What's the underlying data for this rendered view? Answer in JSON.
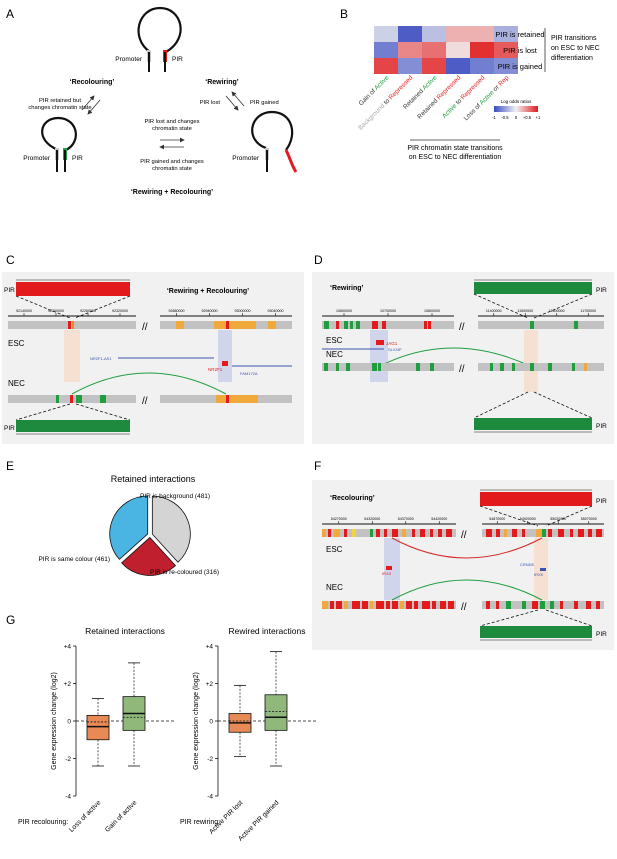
{
  "panels": {
    "A": {
      "letter": "A",
      "promoter": "Promoter",
      "pir": "PIR",
      "recolouring": "‘Recolouring’",
      "rewiring": "‘Rewiring’",
      "retained_note_1": "PIR retained but",
      "retained_note_2": "changes chromatin state",
      "pir_lost": "PIR lost",
      "pir_gained": "PIR gained",
      "lost_changes_1": "PIR lost and changes",
      "lost_changes_2": "chromatin state",
      "gained_changes_1": "PIR gained and changes",
      "gained_changes_2": "chromatin state",
      "combo": "‘Rewiring + Recolouring’",
      "colors": {
        "pir_red": "#e31a1c",
        "pir_green": "#22a04a",
        "promoter_grey": "#c8c8c8"
      }
    },
    "B": {
      "letter": "B",
      "row_labels": [
        "PIR is retained",
        "PIR is lost",
        "PIR is gained"
      ],
      "side_1": "PIR transitions",
      "side_2": "on ESC to NEC",
      "side_3": "differentiation",
      "col_labels": [
        {
          "parts": [
            {
              "t": "Gain of ",
              "c": "#333333"
            },
            {
              "t": "Active",
              "c": "#1e9e3e"
            }
          ]
        },
        {
          "parts": [
            {
              "t": "Background",
              "c": "#aaaaaa"
            },
            {
              "t": " to ",
              "c": "#333333"
            },
            {
              "t": "Repressed",
              "c": "#e31a1c"
            }
          ]
        },
        {
          "parts": [
            {
              "t": "Retained ",
              "c": "#333333"
            },
            {
              "t": "Active",
              "c": "#1e9e3e"
            }
          ]
        },
        {
          "parts": [
            {
              "t": "Retained ",
              "c": "#333333"
            },
            {
              "t": "Repressed",
              "c": "#e31a1c"
            }
          ]
        },
        {
          "parts": [
            {
              "t": "Active",
              "c": "#1e9e3e"
            },
            {
              "t": " to ",
              "c": "#333333"
            },
            {
              "t": "Repressed",
              "c": "#e31a1c"
            }
          ]
        },
        {
          "parts": [
            {
              "t": "Loss of ",
              "c": "#333333"
            },
            {
              "t": "Active",
              "c": "#1e9e3e"
            },
            {
              "t": " or ",
              "c": "#333333"
            },
            {
              "t": "Rep",
              "c": "#e31a1c"
            }
          ]
        }
      ],
      "heatmap": [
        [
          -0.2,
          -0.9,
          -0.3,
          0.3,
          0.3,
          -0.4
        ],
        [
          -0.7,
          0.5,
          0.6,
          0.1,
          0.9,
          0.7
        ],
        [
          0.8,
          -0.6,
          0.8,
          -0.9,
          -0.7,
          -0.6
        ]
      ],
      "legend_title": "Log odds ratios",
      "legend_ticks": [
        "-1",
        "-0.5",
        "0",
        "+0.5",
        "+1"
      ],
      "bottom_1": "PIR chromatin state transitions",
      "bottom_2": "on ESC to NEC differentiation"
    },
    "C": {
      "letter": "C",
      "title": "‘Rewiring + Recolouring’",
      "pir": "PIR",
      "esc": "ESC",
      "nec": "NEC",
      "coords_left": [
        "92140000",
        "92200000",
        "92260000",
        "92320000"
      ],
      "coords_right": [
        "92880000",
        "92940000",
        "93000000",
        "93040000"
      ],
      "genes": [
        "NR2F1-AS1",
        "NR2F1",
        "FAM172A"
      ]
    },
    "D": {
      "letter": "D",
      "title": "‘Rewiring’",
      "pir": "PIR",
      "esc": "ESC",
      "nec": "NEC",
      "coords_left": [
        "10600000",
        "10700000",
        "10800000"
      ],
      "coords_right": [
        "11400000",
        "11500000",
        "11600000",
        "11700000"
      ],
      "genes": [
        "JAG1",
        "SLX4IP"
      ]
    },
    "E": {
      "letter": "E",
      "title": "Retained interactions",
      "slices": [
        {
          "label": "PIR is background (481)",
          "value": 481,
          "color": "#d4d4d4"
        },
        {
          "label": "PIR is re-coloured (316)",
          "value": 316,
          "color": "#c0202e"
        },
        {
          "label": "PIR is same colour (461)",
          "value": 461,
          "color": "#4ab4e2"
        }
      ]
    },
    "F": {
      "letter": "F",
      "title": "‘Recolouring’",
      "pir": "PIR",
      "esc": "ESC",
      "nec": "NEC",
      "coords_left": [
        "54270000",
        "54320000",
        "54370000",
        "54420000"
      ],
      "coords_right": [
        "54870000",
        "54920000",
        "55020000",
        "55070000"
      ],
      "genes": [
        "IRX3",
        "CRNDE",
        "IRX5"
      ]
    },
    "G": {
      "letter": "G",
      "ylabel": "Gene expression change (log2)",
      "yticks": [
        "+4",
        "+2",
        "0",
        "-2",
        "-4"
      ],
      "plots": [
        {
          "title": "Retained interactions",
          "row_label": "PIR recolouring:",
          "boxes": [
            {
              "label": "Loss of active",
              "color": "#e88a55",
              "whisker_low": -2.4,
              "q1": -1.0,
              "median": -0.3,
              "mean": -0.05,
              "q3": 0.3,
              "whisker_high": 1.2
            },
            {
              "label": "Gain of active",
              "color": "#8fb87a",
              "whisker_low": -2.4,
              "q1": -0.5,
              "median": 0.4,
              "mean": 0.2,
              "q3": 1.3,
              "whisker_high": 3.1
            }
          ]
        },
        {
          "title": "Rewired interactions",
          "row_label": "PIR rewiring:",
          "boxes": [
            {
              "label": "Active PIR lost",
              "color": "#e88a55",
              "whisker_low": -1.9,
              "q1": -0.6,
              "median": -0.1,
              "mean": 0.0,
              "q3": 0.4,
              "whisker_high": 1.9
            },
            {
              "label": "Active PIR gained",
              "color": "#8fb87a",
              "whisker_low": -2.4,
              "q1": -0.5,
              "median": 0.2,
              "mean": 0.5,
              "q3": 1.4,
              "whisker_high": 3.7
            }
          ]
        }
      ]
    }
  }
}
